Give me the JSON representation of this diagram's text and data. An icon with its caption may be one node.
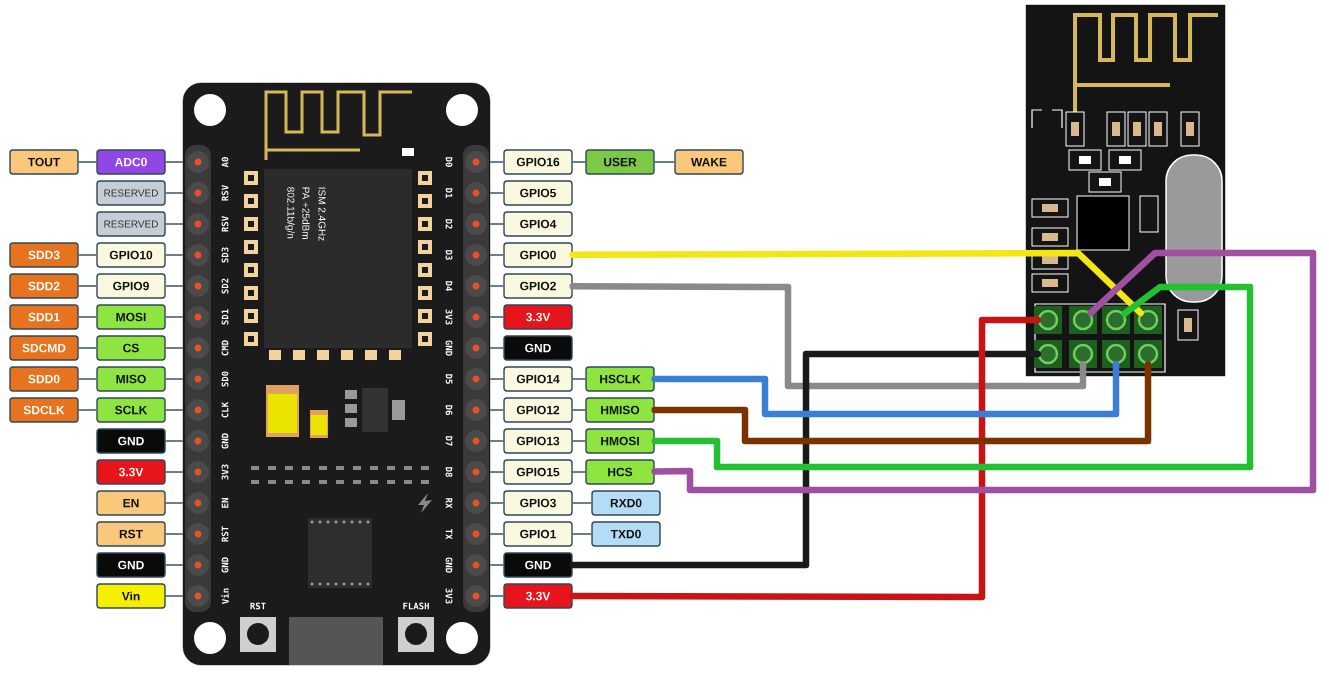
{
  "diagram": {
    "nodes": [
      {
        "text": [
          "TOUT"
        ]
      },
      {
        "text": [
          "ADC0"
        ]
      },
      {
        "text": [
          "RESERVED"
        ]
      },
      {
        "text": [
          "RESERVED"
        ]
      },
      {
        "text": [
          "SDD3"
        ]
      },
      {
        "text": [
          "GPIO10"
        ]
      },
      {
        "text": [
          "SDD2"
        ]
      },
      {
        "text": [
          "GPIO9"
        ]
      },
      {
        "text": [
          "SDD1"
        ]
      },
      {
        "text": [
          "MOSI"
        ]
      },
      {
        "text": [
          "SDCMD"
        ]
      },
      {
        "text": [
          "CS"
        ]
      },
      {
        "text": [
          "SDD0"
        ]
      },
      {
        "text": [
          "MISO"
        ]
      },
      {
        "text": [
          "SDCLK"
        ]
      },
      {
        "text": [
          "SCLK"
        ]
      },
      {
        "text": [
          "GND"
        ]
      },
      {
        "text": [
          "3.3V"
        ]
      },
      {
        "text": [
          "EN"
        ]
      },
      {
        "text": [
          "RST"
        ]
      },
      {
        "text": [
          "GND"
        ]
      },
      {
        "text": [
          "Vin"
        ]
      },
      {
        "text": [],
        "shape": "picture"
      },
      {
        "text": [
          "GPIO16"
        ]
      },
      {
        "text": [
          "USER"
        ]
      },
      {
        "text": [
          "WAKE"
        ]
      },
      {
        "text": [
          "GPIO5"
        ]
      },
      {
        "text": [
          "GPIO4"
        ]
      },
      {
        "text": [
          "GPIO0"
        ]
      },
      {
        "text": [
          "GPIO2"
        ]
      },
      {
        "text": [
          "3.3V"
        ]
      },
      {
        "text": [
          "GND"
        ]
      },
      {
        "text": [
          "GPIO14"
        ]
      },
      {
        "text": [
          "HSCLK"
        ]
      },
      {
        "text": [
          "GPIO12"
        ]
      },
      {
        "text": [
          "HMISO"
        ]
      },
      {
        "text": [
          "GPIO13"
        ]
      },
      {
        "text": [
          "HMOSI"
        ]
      },
      {
        "text": [
          "GPIO15"
        ]
      },
      {
        "text": [
          "HCS"
        ]
      },
      {
        "text": [
          "GPIO3"
        ]
      },
      {
        "text": [
          "RXD0"
        ]
      },
      {
        "text": [
          "GPIO1"
        ]
      },
      {
        "text": [
          "TXD0"
        ]
      },
      {
        "text": [
          "GND"
        ]
      },
      {
        "text": [
          "3.3V"
        ]
      },
      {
        "text": [],
        "shape": "picture"
      },
      {
        "text": [],
        "shape": "circle",
        "in": 46
      },
      {
        "text": [],
        "shape": "circle",
        "in": 46
      },
      {
        "text": [],
        "shape": "circle",
        "in": 46
      },
      {
        "text": [],
        "shape": "circle",
        "in": 46
      },
      {
        "text": [],
        "shape": "circle",
        "in": 46
      },
      {
        "text": [],
        "shape": "circle",
        "in": 46
      },
      {
        "text": [],
        "shape": "circle",
        "in": 46
      },
      {
        "text": [],
        "shape": "circle",
        "in": 46
      }
    ],
    "edges": [
      {
        "from": 0,
        "to": 1,
        "arrow": "none"
      },
      {
        "from": 4,
        "to": 5,
        "arrow": "none"
      },
      {
        "from": 6,
        "to": 7,
        "arrow": "none"
      },
      {
        "from": 8,
        "to": 9,
        "arrow": "none"
      },
      {
        "from": 10,
        "to": 11,
        "arrow": "none"
      },
      {
        "from": 12,
        "to": 13,
        "arrow": "none"
      },
      {
        "from": 14,
        "to": 15,
        "arrow": "none"
      },
      {
        "from": 23,
        "to": 24,
        "arrow": "none"
      },
      {
        "from": 24,
        "to": 25,
        "arrow": "none"
      },
      {
        "from": 32,
        "to": 33,
        "arrow": "none"
      },
      {
        "from": 34,
        "to": 35,
        "arrow": "none"
      },
      {
        "from": 36,
        "to": 37,
        "arrow": "none"
      },
      {
        "from": 38,
        "to": 39,
        "arrow": "none"
      },
      {
        "from": 40,
        "to": 41,
        "arrow": "none"
      },
      {
        "from": 42,
        "to": 43,
        "arrow": "none"
      },
      {
        "from": 1,
        "to": 22,
        "arrow": "none"
      },
      {
        "from": 2,
        "to": 22,
        "arrow": "none"
      },
      {
        "from": 3,
        "to": 22,
        "arrow": "none"
      },
      {
        "from": 5,
        "to": 22,
        "arrow": "none"
      },
      {
        "from": 7,
        "to": 22,
        "arrow": "none"
      },
      {
        "from": 9,
        "to": 22,
        "arrow": "none"
      },
      {
        "from": 11,
        "to": 22,
        "arrow": "none"
      },
      {
        "from": 13,
        "to": 22,
        "arrow": "none"
      },
      {
        "from": 15,
        "to": 22,
        "arrow": "none"
      },
      {
        "from": 16,
        "to": 22,
        "arrow": "none"
      },
      {
        "from": 17,
        "to": 22,
        "arrow": "none"
      },
      {
        "from": 18,
        "to": 22,
        "arrow": "none"
      },
      {
        "from": 19,
        "to": 22,
        "arrow": "none"
      },
      {
        "from": 20,
        "to": 22,
        "arrow": "none"
      },
      {
        "from": 21,
        "to": 22,
        "arrow": "none"
      },
      {
        "from": 23,
        "to": 22,
        "arrow": "none"
      },
      {
        "from": 26,
        "to": 22,
        "arrow": "none"
      },
      {
        "from": 27,
        "to": 22,
        "arrow": "none"
      },
      {
        "from": 28,
        "to": 22,
        "arrow": "none"
      },
      {
        "from": 29,
        "to": 22,
        "arrow": "none"
      },
      {
        "from": 30,
        "to": 22,
        "arrow": "none"
      },
      {
        "from": 31,
        "to": 22,
        "arrow": "none"
      },
      {
        "from": 32,
        "to": 22,
        "arrow": "none"
      },
      {
        "from": 34,
        "to": 22,
        "arrow": "none"
      },
      {
        "from": 36,
        "to": 22,
        "arrow": "none"
      },
      {
        "from": 38,
        "to": 22,
        "arrow": "none"
      },
      {
        "from": 40,
        "to": 22,
        "arrow": "none"
      },
      {
        "from": 42,
        "to": 22,
        "arrow": "none"
      },
      {
        "from": 44,
        "to": 22,
        "arrow": "none"
      },
      {
        "from": 45,
        "to": 22,
        "arrow": "none"
      },
      {
        "from": 28,
        "to": 50,
        "arrow": "none",
        "style": "thick",
        "color": "#f2e614"
      },
      {
        "from": 29,
        "to": 52,
        "arrow": "none",
        "style": "thick",
        "color": "#8a8a8a"
      },
      {
        "from": 44,
        "to": 51,
        "arrow": "none",
        "style": "thick",
        "color": "#1a1a1a"
      },
      {
        "from": 45,
        "to": 47,
        "arrow": "none",
        "style": "thick",
        "color": "#c81414"
      },
      {
        "from": 33,
        "to": 53,
        "arrow": "none",
        "style": "thick",
        "color": "#3a7fd5"
      },
      {
        "from": 35,
        "to": 54,
        "arrow": "none",
        "style": "thick",
        "color": "#7a3300"
      },
      {
        "from": 37,
        "to": 49,
        "arrow": "none",
        "style": "thick",
        "color": "#22c032"
      },
      {
        "from": 39,
        "to": 48,
        "arrow": "none",
        "style": "thick",
        "color": "#a050a0"
      }
    ],
    "labels": [
      "A0",
      "RSV",
      "RSV",
      "SD3",
      "SD2",
      "SD1",
      "CMD",
      "SD0",
      "CLK",
      "GND",
      "3V3",
      "EN",
      "RST",
      "GND",
      "Vin",
      "D0",
      "D1",
      "D2",
      "D3",
      "D4",
      "3V3",
      "GND",
      "D5",
      "D6",
      "D7",
      "D8",
      "RX",
      "TX",
      "GND",
      "3V3",
      "RST",
      "FLASH",
      "ISM 2.4GHz",
      "PA +25dBm",
      "802.11b/g/n"
    ]
  }
}
